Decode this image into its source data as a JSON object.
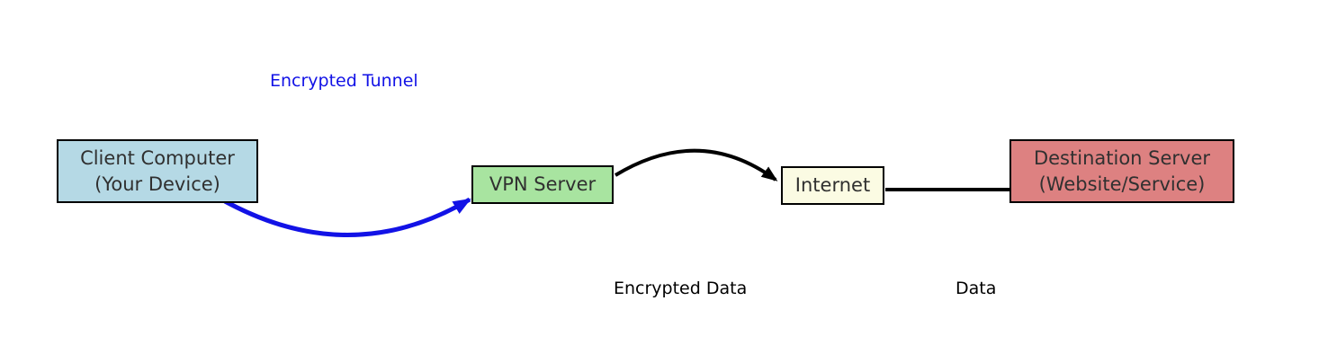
{
  "diagram": {
    "background": "#ffffff",
    "nodes": {
      "client": {
        "line1": "Client Computer",
        "line2": "(Your Device)",
        "fill": "#b5d9e5"
      },
      "vpn": {
        "label": "VPN Server",
        "fill": "#a8e4a0"
      },
      "internet": {
        "label": "Internet",
        "fill": "#fbfbe3"
      },
      "destination": {
        "line1": "Destination Server",
        "line2": "(Website/Service)",
        "fill": "#dd8181"
      }
    },
    "edge_labels": {
      "encrypted_tunnel": "Encrypted Tunnel",
      "encrypted_data": "Encrypted Data",
      "data": "Data"
    },
    "colors": {
      "encrypted_tunnel": "#1212e6",
      "data_flow": "#000000",
      "node_border": "#000000",
      "node_text": "#303030",
      "label_text": "#000000"
    }
  }
}
